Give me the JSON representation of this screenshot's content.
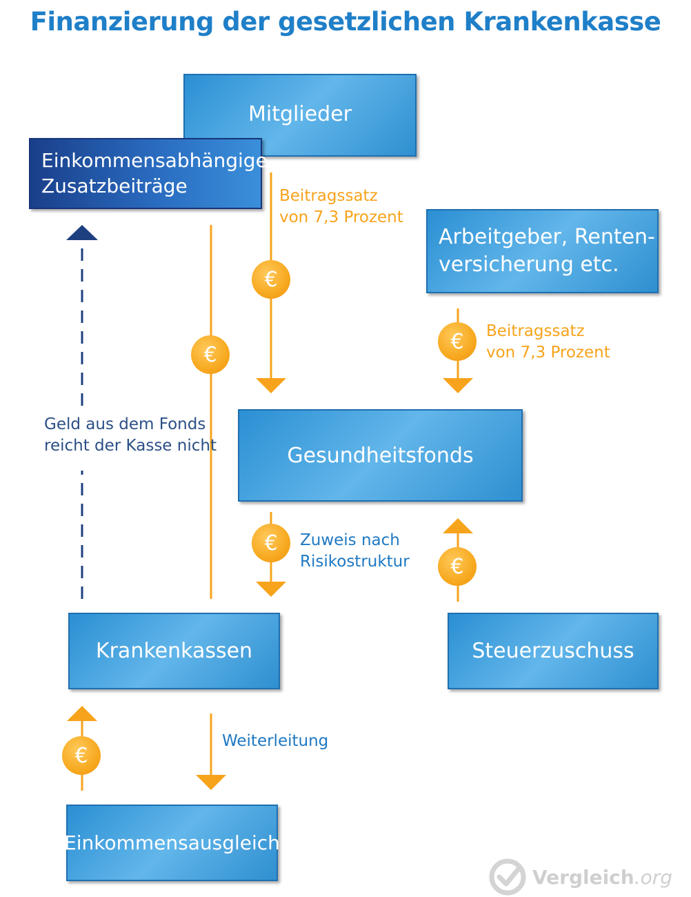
{
  "title": "Finanzierung der gesetzlichen Krankenkasse",
  "colors": {
    "title": "#1f7fc8",
    "orange": "#f7a31c",
    "blue_text": "#1e78c2",
    "dark_dash": "#1d3f80",
    "label_dark": "#2b4f86"
  },
  "boxes": {
    "mitglieder": "Mitglieder",
    "zusatz_line1": "Einkommensabhängige",
    "zusatz_line2": "Zusatzbeiträge",
    "arbeitgeber_line1": "Arbeitgeber, Renten-",
    "arbeitgeber_line2": "versicherung etc.",
    "gesundheitsfonds": "Gesundheitsfonds",
    "krankenkassen": "Krankenkassen",
    "steuerzuschuss": "Steuerzuschuss",
    "einkommensausgleich": "Einkommensausgleich"
  },
  "labels": {
    "beitrag_mitglieder_line1": "Beitragssatz",
    "beitrag_mitglieder_line2": "von 7,3 Prozent",
    "beitrag_arbeitgeber_line1": "Beitragssatz",
    "beitrag_arbeitgeber_line2": "von 7,3 Prozent",
    "zuweis_line1": "Zuweis nach",
    "zuweis_line2": "Risikostruktur",
    "geld_line1": "Geld aus dem Fonds",
    "geld_line2": "reicht der Kasse nicht",
    "weiterleitung": "Weiterleitung"
  },
  "coin_symbol": "€",
  "watermark": {
    "brand": "Vergleich",
    "suffix": ".org",
    "icon": "check-circle-icon"
  }
}
